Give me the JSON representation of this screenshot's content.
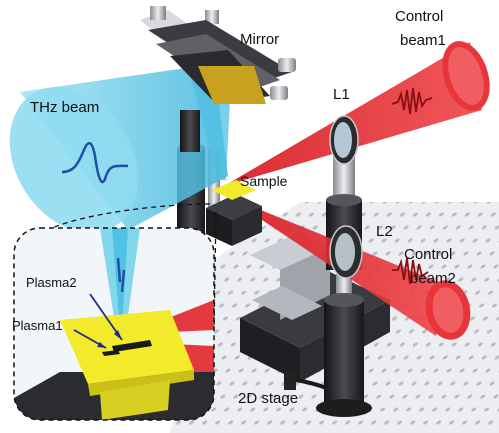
{
  "labels": {
    "mirror": "Mirror",
    "control_beam1_line1": "Control",
    "control_beam1_line2": "beam1",
    "thz_beam": "THz beam",
    "l1": "L1",
    "sample": "Sample",
    "l2": "L2",
    "control_beam2_line1": "Control",
    "control_beam2_line2": "beam2",
    "plasma2": "Plasma2",
    "plasma1": "Plasma1",
    "stage_2d": "2D stage"
  },
  "colors": {
    "thz_beam": "#5ec8e6",
    "control_beam": "#e0262a",
    "sample_chip": "#f2ea2a",
    "table_background": "#ffffff",
    "hardware": "#2b2b2e"
  },
  "icons": {
    "thz_waveform": "single-cycle-pulse-icon",
    "control_waveform": "oscillating-pulse-icon"
  }
}
